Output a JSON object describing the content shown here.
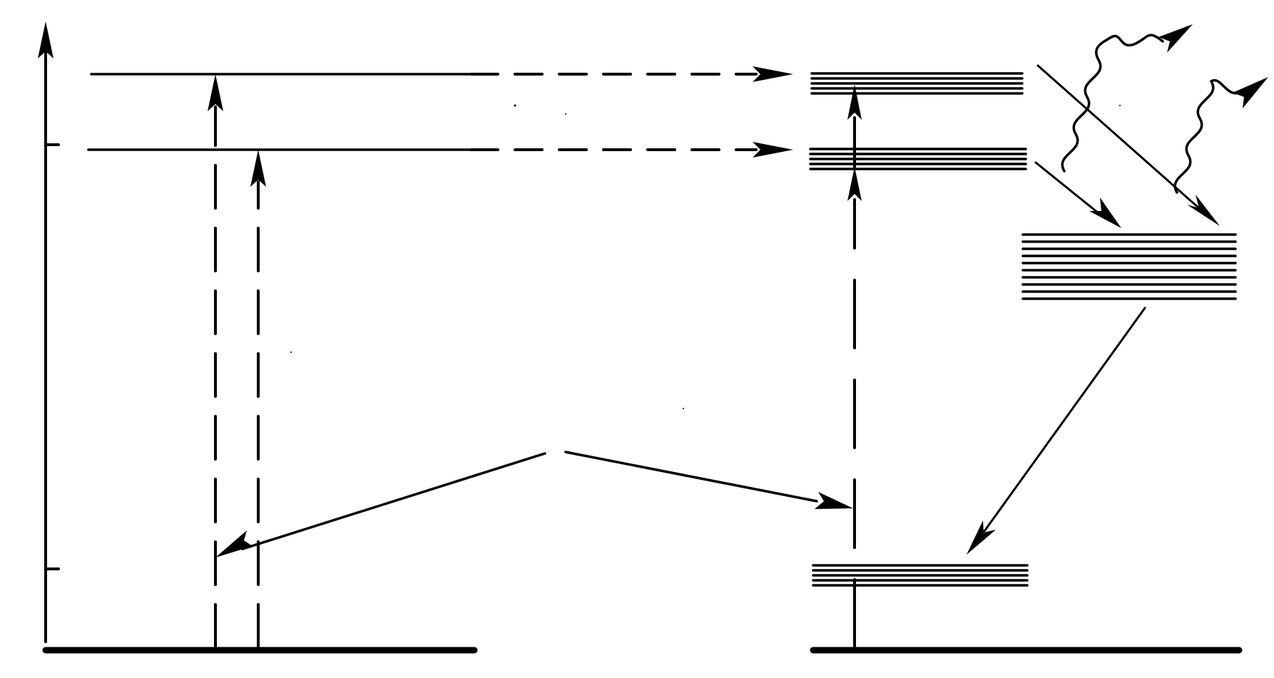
{
  "diagram": {
    "kind": "energy-level diagram",
    "ink_color": "#000000",
    "background_color": "#ffffff",
    "left_system": {
      "levels": [
        "upper",
        "middle",
        "ground"
      ],
      "excitations": 2,
      "band_lines": 1
    },
    "right_system": {
      "levels": [
        "upper-band",
        "middle-band",
        "intermediate-band",
        "lower-band",
        "ground"
      ],
      "band_lines": {
        "upper-band": 5,
        "middle-band": 5,
        "intermediate-band": 10,
        "lower-band": 5
      }
    },
    "transfers": [
      "upper-to-upper-band",
      "middle-to-middle-band"
    ],
    "relaxations": [
      "upper-band-to-intermediate-band",
      "middle-band-to-intermediate-band",
      "intermediate-band-to-lower-band"
    ],
    "emissions": 2,
    "callout_arrows": 2
  }
}
